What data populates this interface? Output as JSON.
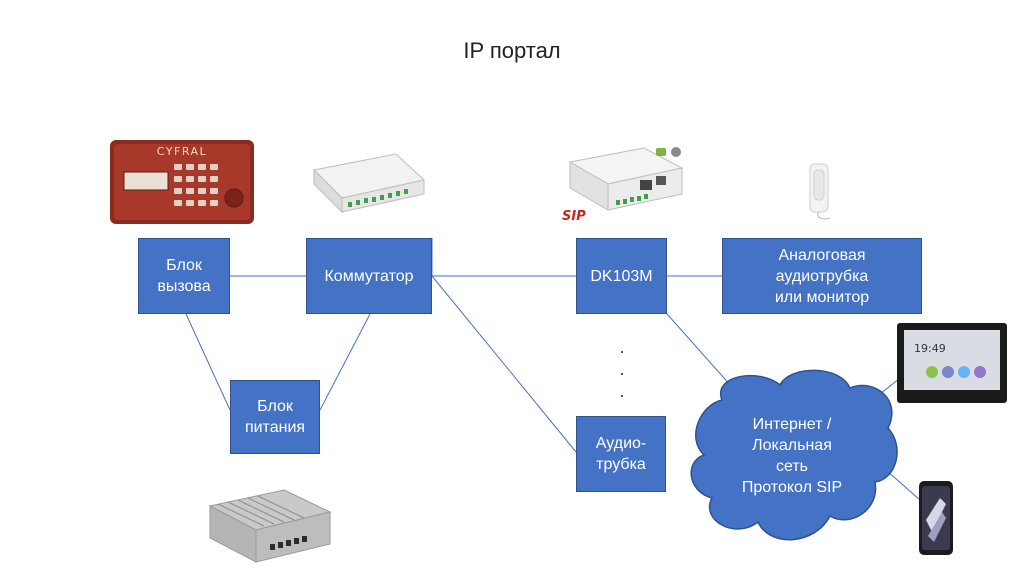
{
  "title": "IP портал",
  "nodes": {
    "call_unit": "Блок\nвызова",
    "switch": "Коммутатор",
    "power_unit": "Блок\nпитания",
    "dk103m": "DK103M",
    "analog_handset": "Аналоговая\nаудиотрубка\nили монитор",
    "audio_handset": "Аудио-\nтрубка",
    "cloud": "Интернет /\nЛокальная\nсеть\nПротокол SIP"
  },
  "ellipsis": ".\n.\n.",
  "device_labels": {
    "panel_brand": "CYFRAL",
    "sip_logo": "SIP",
    "monitor_time": "19:49"
  },
  "colors": {
    "box_fill": "#4472c4",
    "box_border": "#2f528f",
    "connector": "#4472c4"
  }
}
